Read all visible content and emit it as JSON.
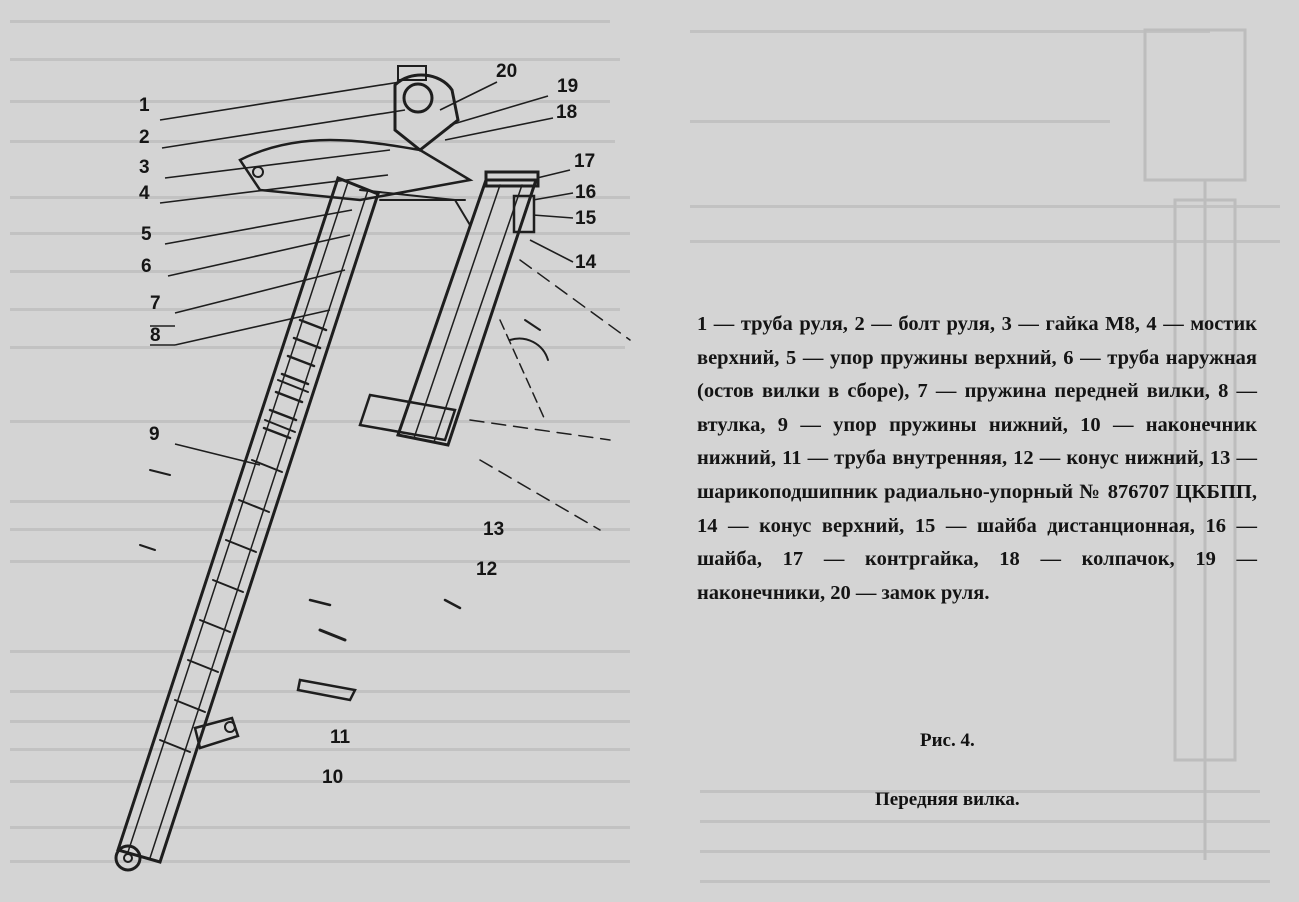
{
  "figure": {
    "callouts": [
      "1",
      "2",
      "3",
      "4",
      "5",
      "6",
      "7",
      "8",
      "9",
      "10",
      "11",
      "12",
      "13",
      "14",
      "15",
      "16",
      "17",
      "18",
      "19",
      "20"
    ],
    "legend_text": "1 — труба руля, 2 — болт руля, 3 — гайка М8, 4 — мостик верхний, 5 — упор пружины верхний, 6 — труба наружная (остов вилки в сборе), 7 — пружина передней вилки, 8 — втулка, 9 — упор пружины нижний, 10 — наконечник нижний, 11 — труба внутренняя, 12 — конус нижний, 13 — шарикоподшипник радиально-упорный № 876707 ЦКБПП, 14 — конус верхний, 15 — шайба дистанционная, 16 — шайба, 17 — контргайка, 18 — колпачок, 19 — наконечники, 20 — замок руля.",
    "caption_number": "Рис. 4.",
    "caption_title": "Передняя вилка."
  },
  "colors": {
    "paper": "#d4d4d4",
    "ink": "#141414"
  }
}
